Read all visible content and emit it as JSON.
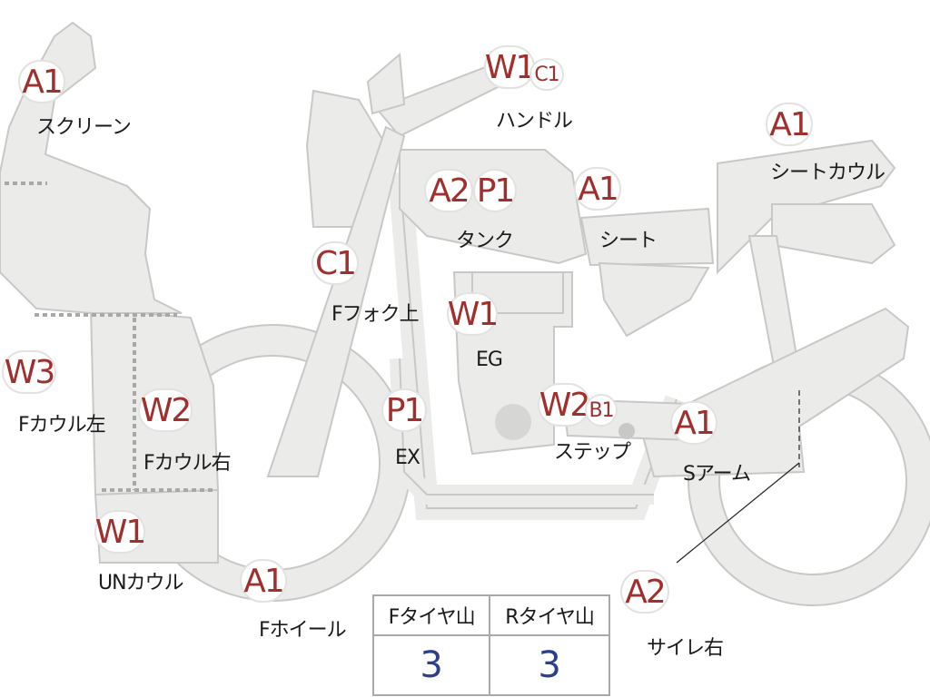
{
  "parts": [
    {
      "id": "screen",
      "grades": [
        "A1"
      ],
      "label": "スクリーン"
    },
    {
      "id": "handle",
      "grades": [
        "W1",
        "C1"
      ],
      "label": "ハンドル"
    },
    {
      "id": "seat-cowl",
      "grades": [
        "A1"
      ],
      "label": "シートカウル"
    },
    {
      "id": "tank",
      "grades": [
        "A2",
        "P1"
      ],
      "label": "タンク"
    },
    {
      "id": "seat",
      "grades": [
        "A1"
      ],
      "label": "シート"
    },
    {
      "id": "fork-upper",
      "grades": [
        "C1"
      ],
      "label": "Fフォク上"
    },
    {
      "id": "engine",
      "grades": [
        "W1"
      ],
      "label": "EG"
    },
    {
      "id": "cowl-left",
      "grades": [
        "W3"
      ],
      "label": "Fカウル左"
    },
    {
      "id": "cowl-right",
      "grades": [
        "W2"
      ],
      "label": "Fカウル右"
    },
    {
      "id": "exhaust",
      "grades": [
        "P1"
      ],
      "label": "EX"
    },
    {
      "id": "step",
      "grades": [
        "W2",
        "B1"
      ],
      "label": "ステップ"
    },
    {
      "id": "swing-arm",
      "grades": [
        "A1"
      ],
      "label": "Sアーム"
    },
    {
      "id": "under-cowl",
      "grades": [
        "W1"
      ],
      "label": "UNカウル"
    },
    {
      "id": "front-wheel",
      "grades": [
        "A1"
      ],
      "label": "Fホイール"
    },
    {
      "id": "silencer-right",
      "grades": [
        "A2"
      ],
      "label": "サイレ右"
    }
  ],
  "tyre_tread": {
    "headers": [
      "Fタイヤ山",
      "Rタイヤ山"
    ],
    "values": [
      "3",
      "3"
    ]
  },
  "colors": {
    "grade_text": "#a0302e",
    "tread_value": "#2b3f8a",
    "part_fill": "#ebebea"
  }
}
